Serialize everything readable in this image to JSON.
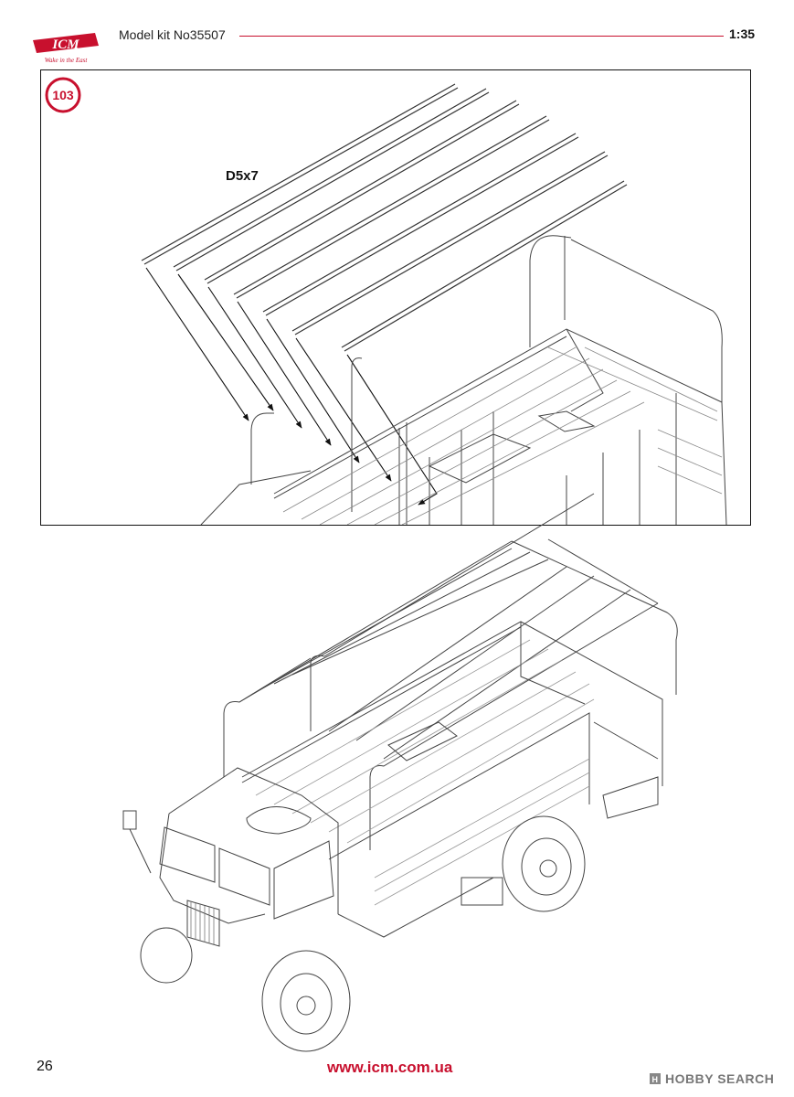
{
  "header": {
    "brand": "ICM",
    "tagline": "Wake in the East",
    "title": "Model kit No35507",
    "scale": "1:35"
  },
  "step": {
    "number": "103",
    "part_label": "D5x7"
  },
  "footer": {
    "page_number": "26",
    "url": "www.icm.com.ua",
    "watermark": "HOBBY SEARCH"
  },
  "colors": {
    "accent": "#c8102e",
    "line": "#222222"
  }
}
